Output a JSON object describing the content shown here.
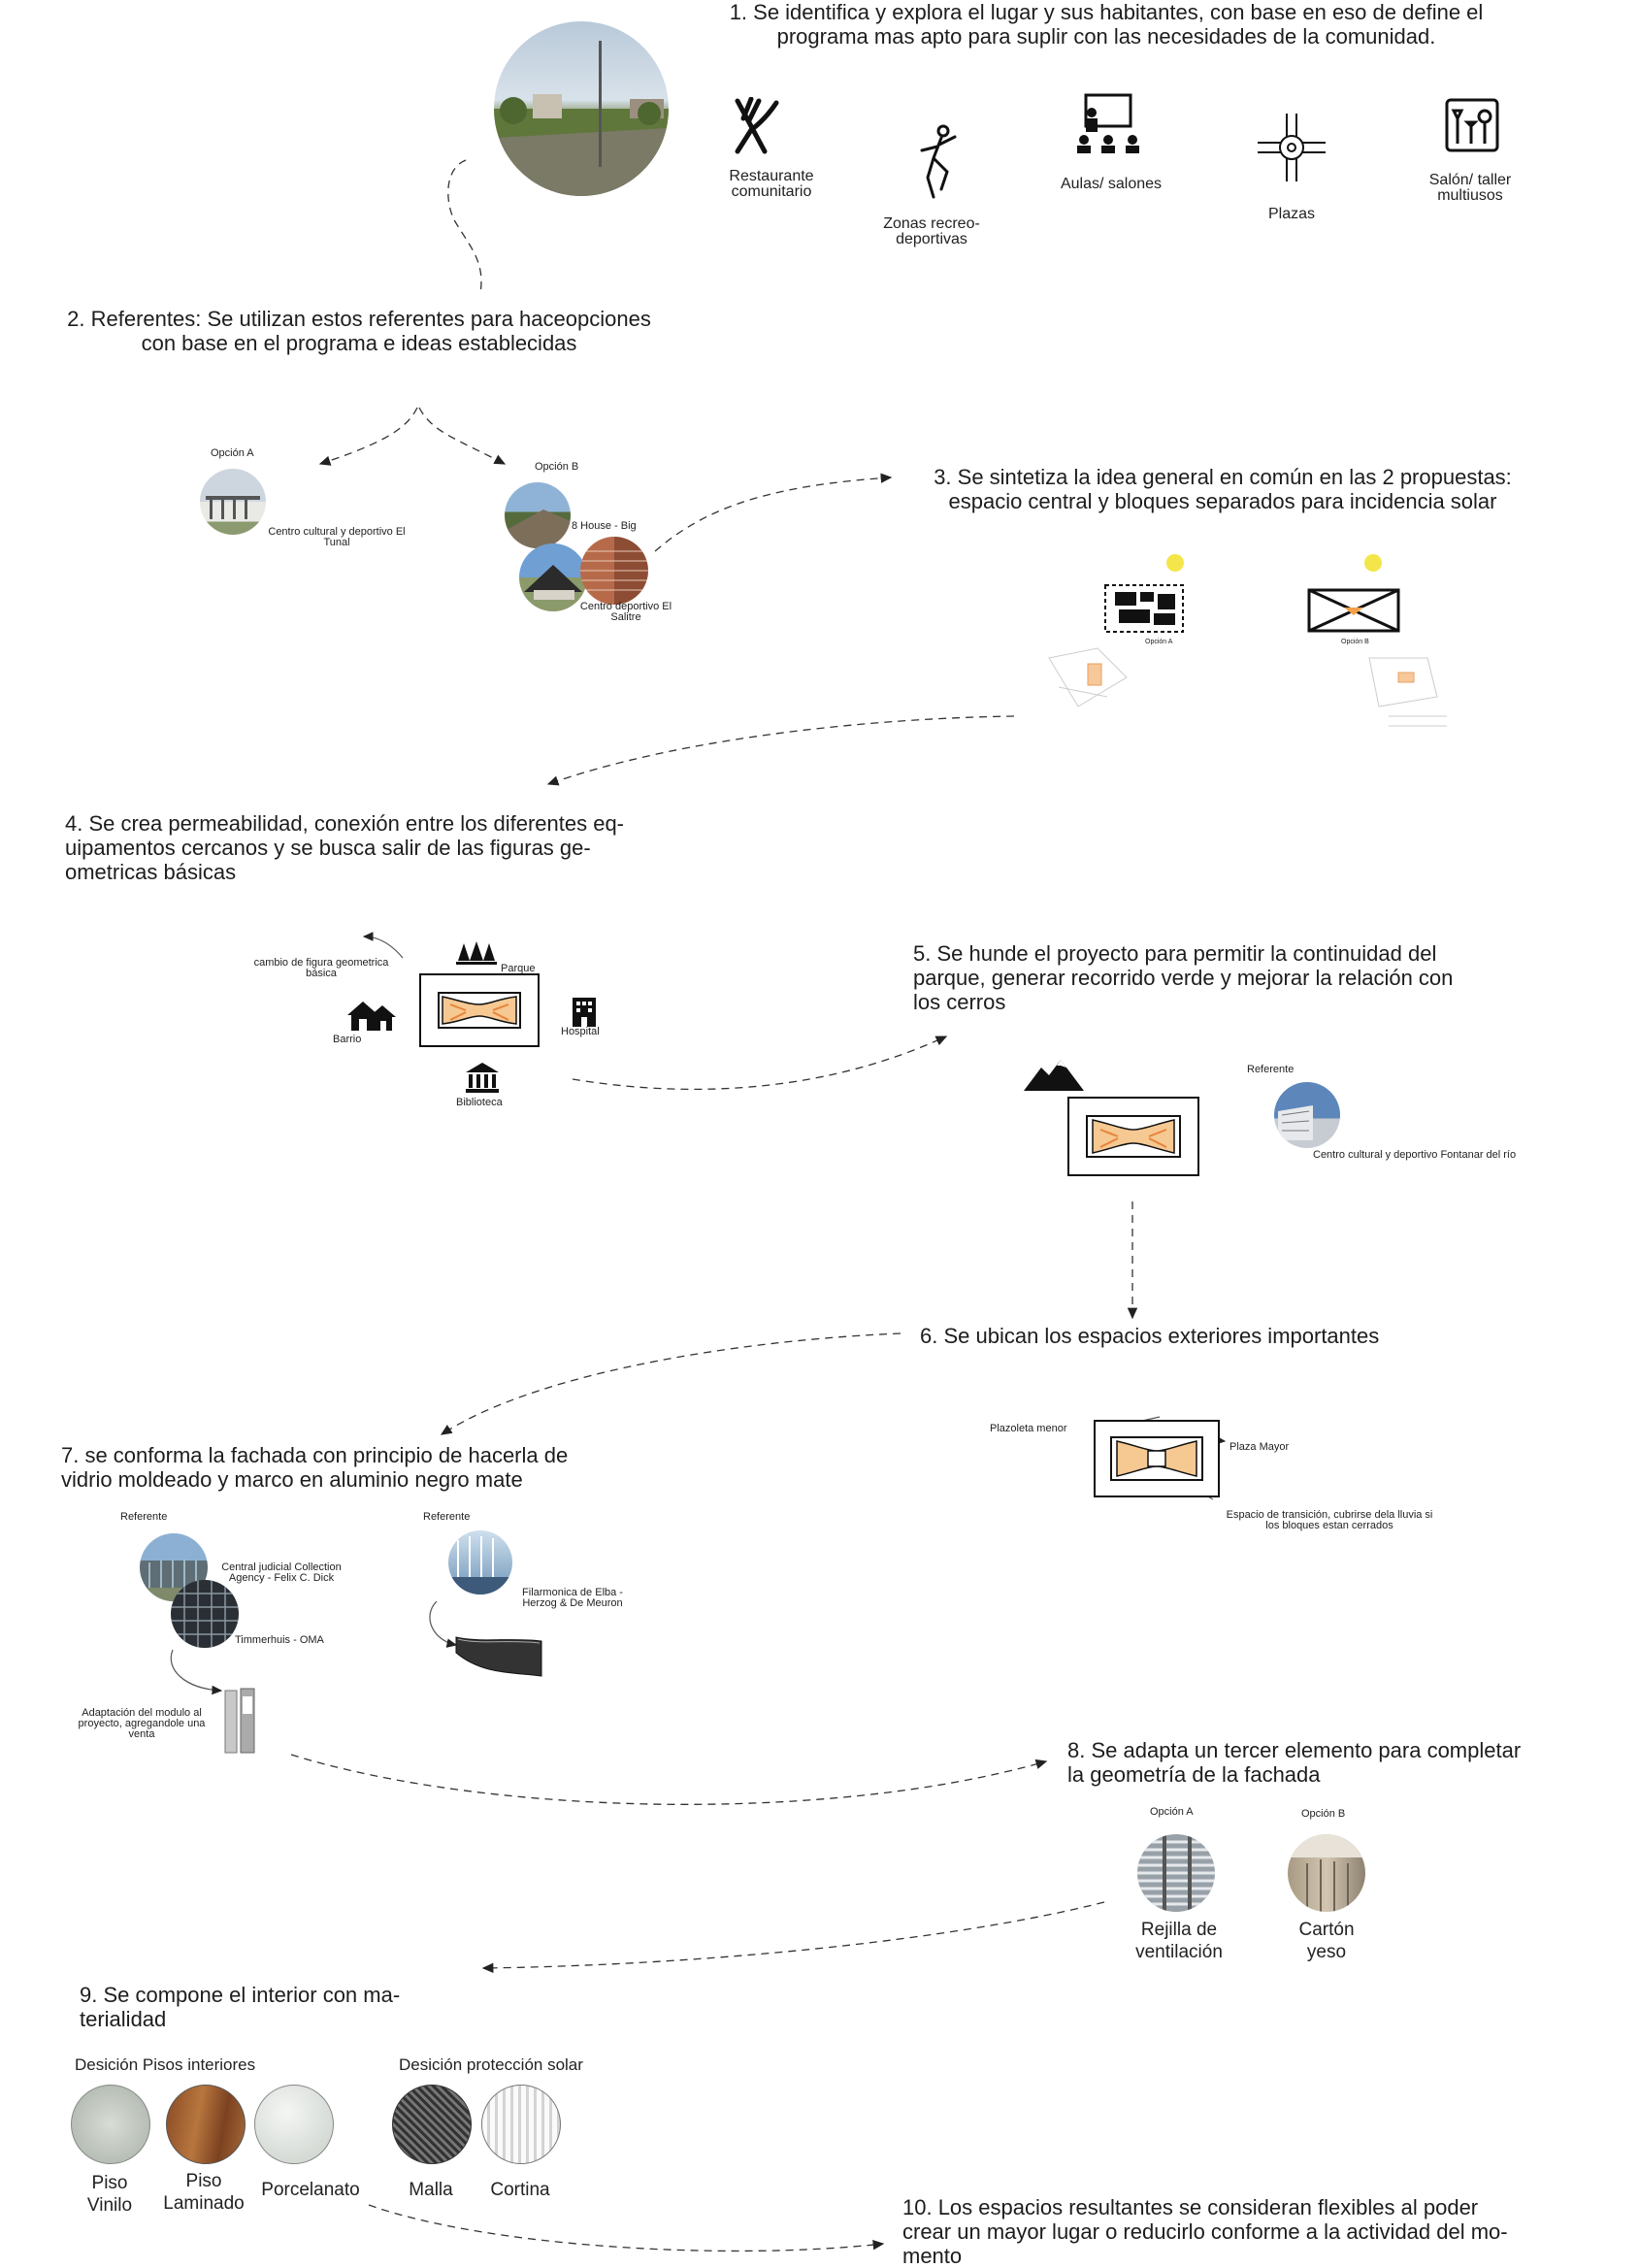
{
  "steps": {
    "s1": {
      "line1": "1. Se identifica y explora el lugar y sus habitantes, con base en eso de define el",
      "line2": "programa mas apto para suplir con las necesidades de la comunidad."
    },
    "s2": {
      "line1": "2. Referentes: Se utilizan estos referentes para haceopciones",
      "line2": "con base en el programa e ideas establecidas"
    },
    "s3": {
      "line1": "3. Se sintetiza la idea general en común en las 2 propuestas:",
      "line2": "espacio central y bloques separados para incidencia solar"
    },
    "s4": {
      "line1": "4. Se crea permeabilidad, conexión entre los diferentes eq-",
      "line2": "uipamentos cercanos y se busca salir de las figuras ge-",
      "line3": "ometricas básicas"
    },
    "s5": {
      "line1": "5. Se hunde el proyecto para permitir la continuidad del",
      "line2": "parque, generar recorrido verde y mejorar la relación con",
      "line3": "los cerros"
    },
    "s6": {
      "line1": "6. Se ubican los espacios exteriores importantes"
    },
    "s7": {
      "line1": "7. se conforma la fachada con principio de hacerla de",
      "line2": "vidrio moldeado y marco en aluminio negro mate"
    },
    "s8": {
      "line1": "8. Se adapta un tercer elemento para completar",
      "line2": "la geometría de la fachada"
    },
    "s9": {
      "line1": "9. Se compone el interior con ma-",
      "line2": "terialidad"
    },
    "s10": {
      "line1": "10. Los espacios resultantes se consideran flexibles al poder",
      "line2": "crear un mayor lugar o reducirlo conforme a la actividad del mo-",
      "line3": "mento"
    }
  },
  "program_icons": [
    {
      "label1": "Restaurante",
      "label2": "comunitario",
      "icon": "fork-knife-icon"
    },
    {
      "label1": "Zonas recreo-",
      "label2": "deportivas",
      "icon": "dancer-icon"
    },
    {
      "label1": "Aulas/ salones",
      "label2": "",
      "icon": "classroom-icon"
    },
    {
      "label1": "Plazas",
      "label2": "",
      "icon": "roundabout-icon"
    },
    {
      "label1": "Salón/ taller",
      "label2": "multiusos",
      "icon": "tools-icon"
    }
  ],
  "referents": {
    "option_a": "Opción A",
    "option_a_name1": "Centro cultural y deportivo El",
    "option_a_name2": "Tunal",
    "option_b": "Opción B",
    "option_b_name1": "8 House - Big",
    "option_b_name2a": "Centro deportivo El",
    "option_b_name2b": "Salitre"
  },
  "step3_labels": {
    "a": "Opción A",
    "b": "Opción B"
  },
  "step4_labels": {
    "change1": "cambio de figura geometrica",
    "change2": "básica",
    "park": "Parque",
    "neighborhood": "Barrio",
    "hospital": "Hospital",
    "library": "Biblioteca"
  },
  "step5_labels": {
    "referent": "Referente",
    "name": "Centro cultural y deportivo Fontanar del río"
  },
  "step6_labels": {
    "small_plaza": "Plazoleta menor",
    "main_plaza": "Plaza Mayor",
    "transition1": "Espacio de transición, cubrirse dela lluvia si",
    "transition2": "los bloques estan cerrados"
  },
  "step7_labels": {
    "ref1": "Referente",
    "ref1_name1": "Central judicial Collection",
    "ref1_name2": "Agency - Felix C. Dick",
    "ref1_name3": "Timmerhuis - OMA",
    "adapt1": "Adaptación del modulo al",
    "adapt2": "proyecto, agregandole una",
    "adapt3": "venta",
    "ref2": "Referente",
    "ref2_name1": "Filarmonica de Elba -",
    "ref2_name2": "Herzog & De Meuron"
  },
  "step8_labels": {
    "option_a": "Opción A",
    "option_b": "Opción B",
    "a_name1": "Rejilla de",
    "a_name2": "ventilación",
    "b_name1": "Cartón",
    "b_name2": "yeso"
  },
  "step9_labels": {
    "floors": "Desición Pisos interiores",
    "solar": "Desición protección solar",
    "vinyl1": "Piso",
    "vinyl2": "Vinilo",
    "laminate1": "Piso",
    "laminate2": "Laminado",
    "porcelain": "Porcelanato",
    "mesh": "Malla",
    "curtain": "Cortina"
  },
  "colors": {
    "accent": "#f2a04a",
    "sun": "#f4e64a",
    "ink": "#1d1d1d"
  }
}
